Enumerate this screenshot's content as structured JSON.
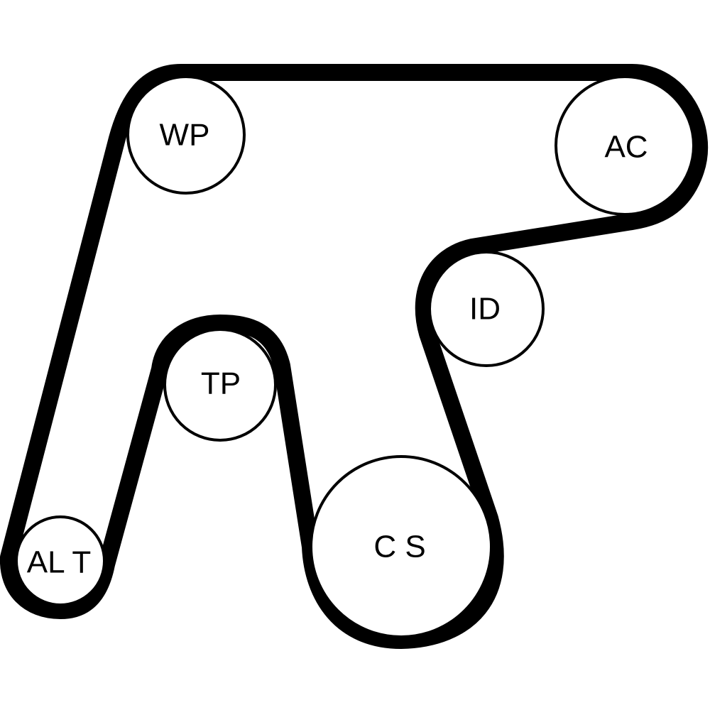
{
  "diagram": {
    "belt_color": "#000000",
    "pulley_stroke": "#000000",
    "background": "#ffffff",
    "pulleys": [
      {
        "id": "wp",
        "label": "WP"
      },
      {
        "id": "ac",
        "label": "AC"
      },
      {
        "id": "id",
        "label": "ID"
      },
      {
        "id": "tp",
        "label": "TP"
      },
      {
        "id": "cs",
        "label": "C S"
      },
      {
        "id": "alt",
        "label": "AL T"
      }
    ]
  }
}
